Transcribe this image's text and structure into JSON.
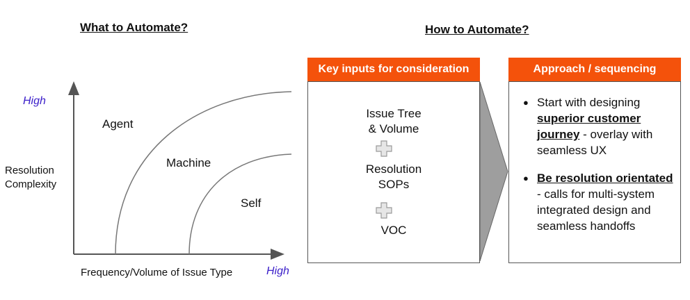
{
  "left_heading": "What to Automate?",
  "right_heading": "How to Automate?",
  "axis": {
    "y_label_line1": "Resolution",
    "y_label_line2": "Complexity",
    "x_label": "Frequency/Volume of Issue Type",
    "y_high": "High",
    "x_high": "High"
  },
  "regions": {
    "agent": "Agent",
    "machine": "Machine",
    "self": "Self"
  },
  "inputs_box": {
    "header": "Key inputs for consideration",
    "item1_line1": "Issue Tree",
    "item1_line2": "& Volume",
    "item2_line1": "Resolution",
    "item2_line2": "SOPs",
    "item3": "VOC",
    "plus_icon": "plus-icon"
  },
  "approach_box": {
    "header": "Approach / sequencing",
    "bullet1": {
      "pre": "Start with designing ",
      "emph": "superior customer journey",
      "post": " - overlay with seamless UX"
    },
    "bullet2": {
      "emph": "Be resolution orientated ",
      "post": "- calls for multi-system integrated design and seamless handoffs"
    }
  },
  "colors": {
    "accent": "#f4520b",
    "high_text": "#3a1ec9",
    "arrow_fill": "#9e9e9e"
  }
}
